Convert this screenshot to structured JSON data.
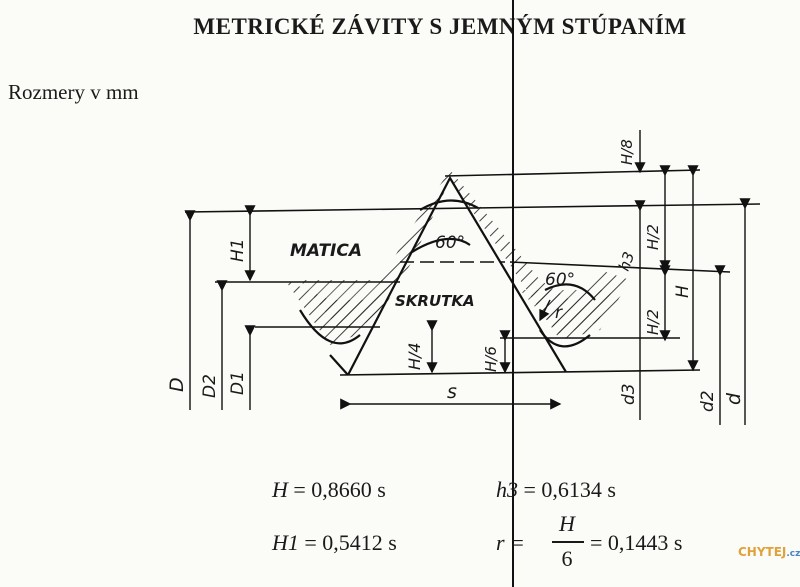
{
  "title": "METRICKÉ ZÁVITY S JEMNÝM STÚPANÍM",
  "subtitle": "Rozmery v mm",
  "diagram": {
    "angle_nut": "60°",
    "angle_screw": "60°",
    "nut_label": "MATICA",
    "screw_label": "SKRUTKA",
    "labels_left": [
      "D",
      "D2",
      "D1",
      "H1"
    ],
    "labels_mid": [
      "H/4",
      "H/6",
      "s",
      "r"
    ],
    "labels_right": [
      "H/8",
      "H/2",
      "H",
      "H/2",
      "h3",
      "d3",
      "d2",
      "d"
    ]
  },
  "formulas": {
    "H": {
      "lhs": "H",
      "rhs": "= 0,8660 s"
    },
    "h3": {
      "lhs": "h3",
      "rhs": "= 0,6134 s"
    },
    "H1": {
      "lhs": "H1",
      "rhs": "= 0,5412 s"
    },
    "r": {
      "lhs": "r =",
      "num": "H",
      "den": "6",
      "rhs": "= 0,1443 s"
    }
  },
  "watermark": {
    "main": "CHYTEJ",
    "suffix": ".cz"
  }
}
